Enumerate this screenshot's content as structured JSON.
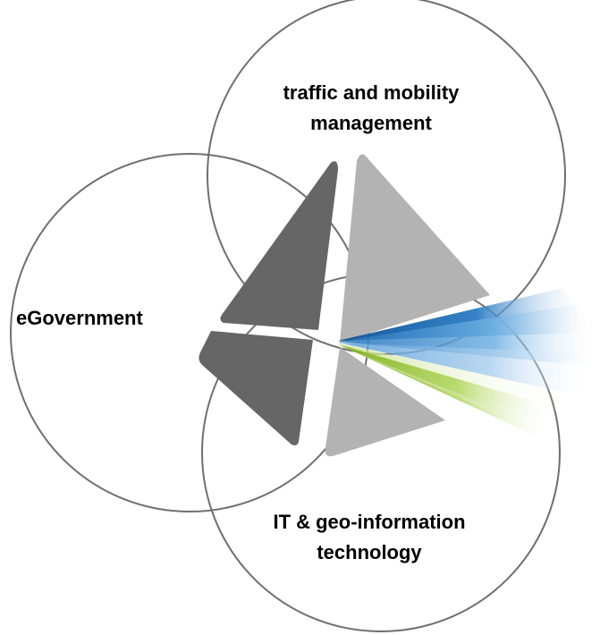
{
  "diagram": {
    "circles": [
      {
        "id": "traffic",
        "label_lines": [
          "traffic and mobility",
          "management"
        ]
      },
      {
        "id": "egovernment",
        "label_lines": [
          "eGovernment"
        ]
      },
      {
        "id": "it",
        "label_lines": [
          "IT & geo-information",
          "technology"
        ]
      }
    ],
    "colors": {
      "circle_stroke": "#6f6f6f",
      "dark_gray": "#666666",
      "light_gray": "#b3b3b3",
      "blue_dark": "#0b5ea8",
      "blue_mid": "#3f8fd0",
      "blue_light": "#a9cdee",
      "green": "#8dbb1f",
      "green_light": "#d6e9a3"
    }
  }
}
